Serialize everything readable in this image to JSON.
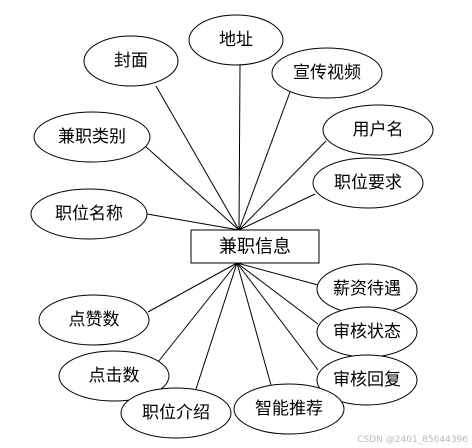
{
  "entity": {
    "label": "兼职信息"
  },
  "attributes": [
    {
      "id": "cover",
      "label": "封面"
    },
    {
      "id": "address",
      "label": "地址"
    },
    {
      "id": "promo-video",
      "label": "宣传视频"
    },
    {
      "id": "username",
      "label": "用户名"
    },
    {
      "id": "job-requirements",
      "label": "职位要求"
    },
    {
      "id": "job-category",
      "label": "兼职类别"
    },
    {
      "id": "job-title",
      "label": "职位名称"
    },
    {
      "id": "salary-benefits",
      "label": "薪资待遇"
    },
    {
      "id": "review-status",
      "label": "审核状态"
    },
    {
      "id": "review-reply",
      "label": "审核回复"
    },
    {
      "id": "like-count",
      "label": "点赞数"
    },
    {
      "id": "click-count",
      "label": "点击数"
    },
    {
      "id": "job-description",
      "label": "职位介绍"
    },
    {
      "id": "smart-recommend",
      "label": "智能推荐"
    }
  ],
  "watermark": "CSDN @2401_85644396"
}
